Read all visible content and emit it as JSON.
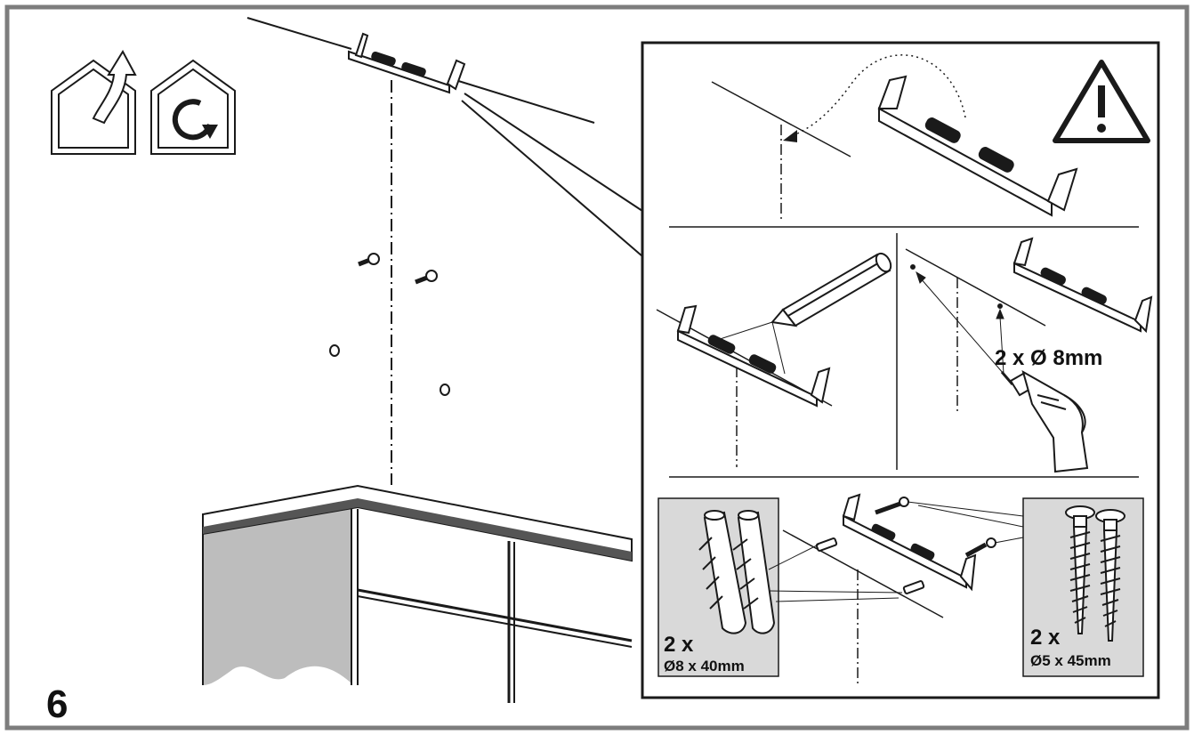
{
  "step_number": "6",
  "drill_spec": "2 x Ø 8mm",
  "plugs": {
    "qty": "2 x",
    "size": "Ø8 x 40mm"
  },
  "screws": {
    "qty": "2 x",
    "size": "Ø5 x 45mm"
  },
  "icons": [
    "ducted-mode-icon",
    "recirculation-mode-icon",
    "warning-icon",
    "pencil-icon",
    "drill-icon"
  ],
  "colors": {
    "frame": "#7d7d7d",
    "line": "#1a1a1a",
    "parts_bg": "#d9d9d9",
    "shadow": "#bdbdbd"
  }
}
